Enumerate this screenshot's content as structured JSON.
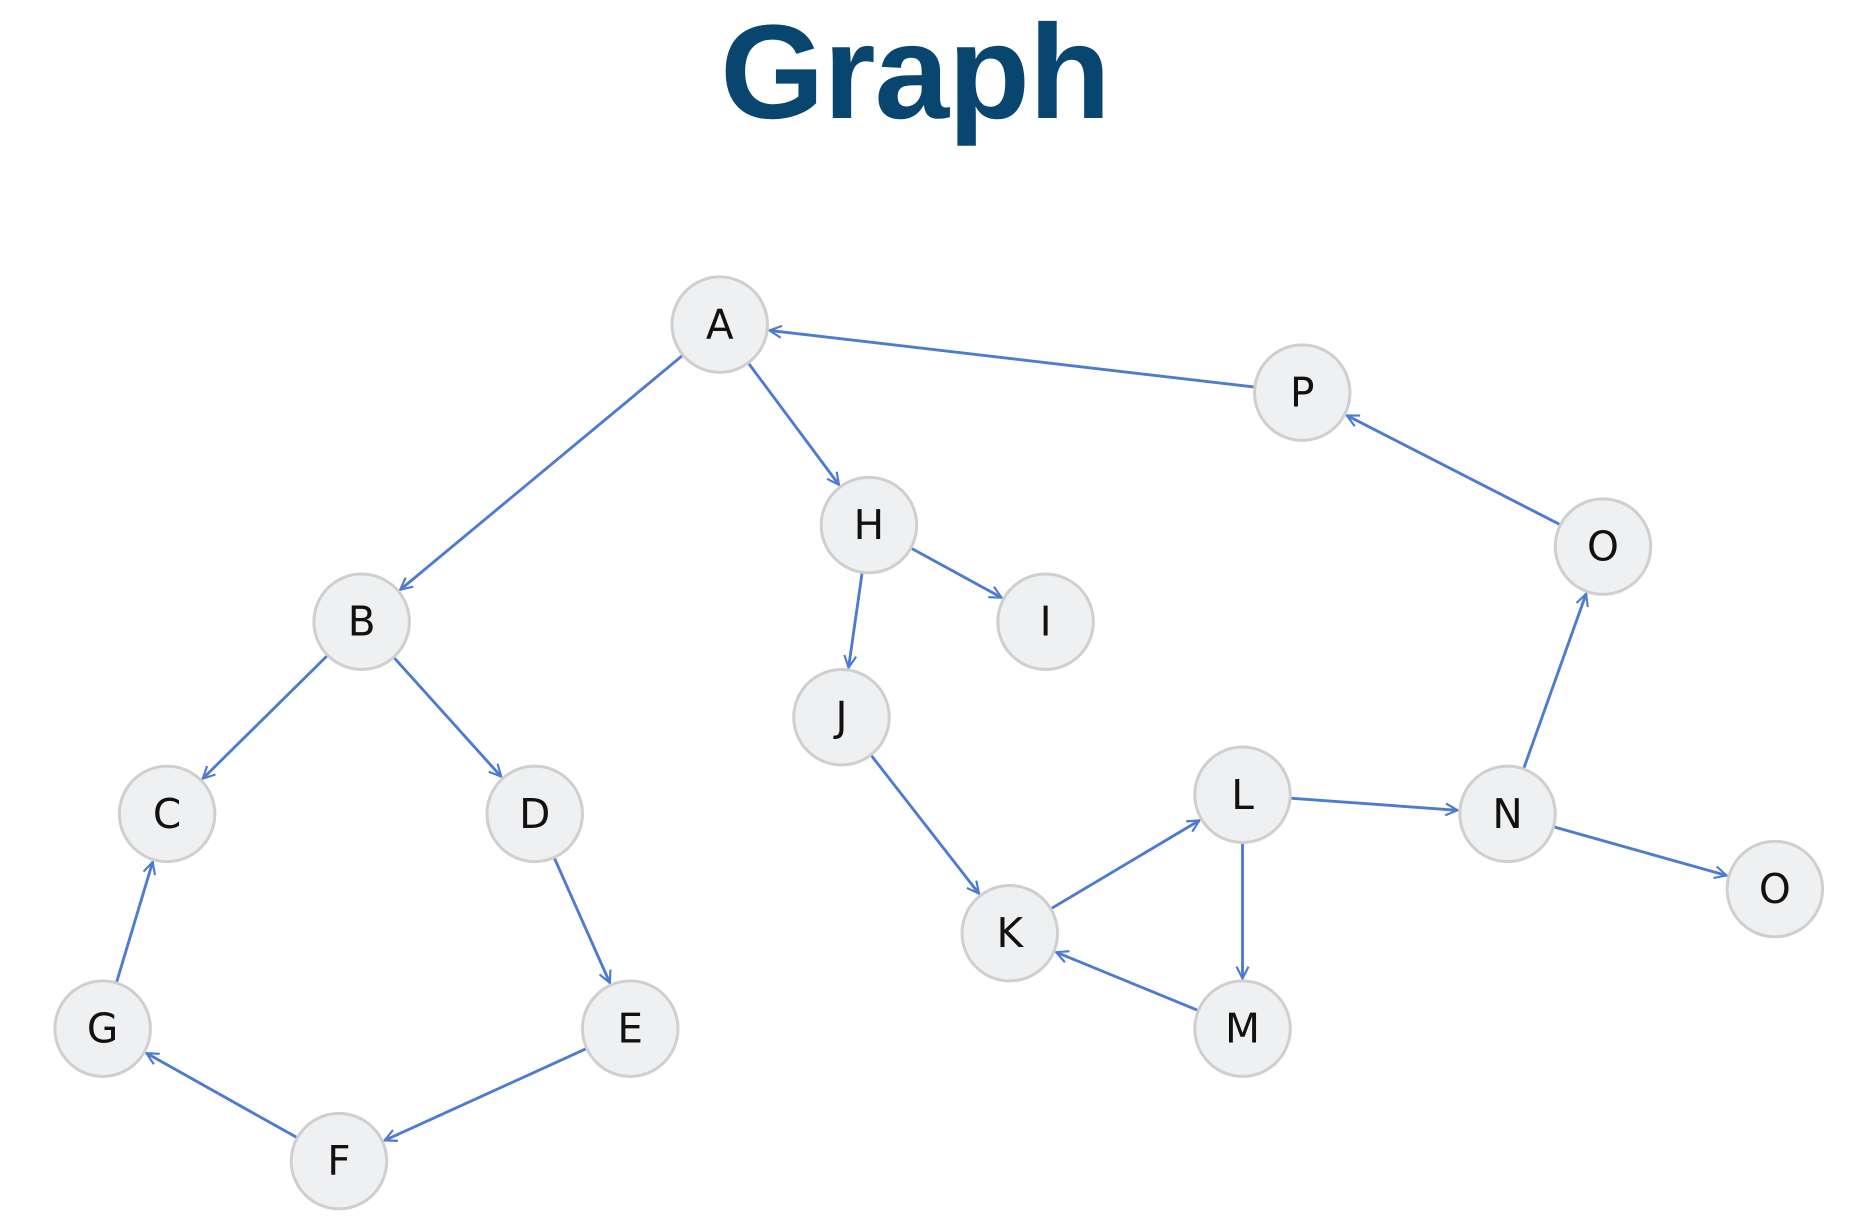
{
  "title": "Graph",
  "colors": {
    "title": "#08466f",
    "edge": "#4d7bd1",
    "node_fill": "#eff0f1",
    "node_stroke": "#cfcfcf"
  },
  "nodes": [
    {
      "id": "A",
      "label": "A"
    },
    {
      "id": "P",
      "label": "P"
    },
    {
      "id": "H",
      "label": "H"
    },
    {
      "id": "I",
      "label": "I"
    },
    {
      "id": "B",
      "label": "B"
    },
    {
      "id": "J",
      "label": "J"
    },
    {
      "id": "O1",
      "label": "O"
    },
    {
      "id": "C",
      "label": "C"
    },
    {
      "id": "D",
      "label": "D"
    },
    {
      "id": "L",
      "label": "L"
    },
    {
      "id": "N",
      "label": "N"
    },
    {
      "id": "O2",
      "label": "O"
    },
    {
      "id": "K",
      "label": "K"
    },
    {
      "id": "G",
      "label": "G"
    },
    {
      "id": "E",
      "label": "E"
    },
    {
      "id": "M",
      "label": "M"
    },
    {
      "id": "F",
      "label": "F"
    }
  ],
  "edges": [
    [
      "A",
      "B"
    ],
    [
      "A",
      "H"
    ],
    [
      "P",
      "A"
    ],
    [
      "H",
      "I"
    ],
    [
      "H",
      "J"
    ],
    [
      "B",
      "C"
    ],
    [
      "B",
      "D"
    ],
    [
      "O1",
      "P"
    ],
    [
      "N",
      "O1"
    ],
    [
      "J",
      "K"
    ],
    [
      "K",
      "L"
    ],
    [
      "L",
      "N"
    ],
    [
      "N",
      "O2"
    ],
    [
      "L",
      "M"
    ],
    [
      "M",
      "K"
    ],
    [
      "D",
      "E"
    ],
    [
      "E",
      "F"
    ],
    [
      "F",
      "G"
    ],
    [
      "G",
      "C"
    ]
  ]
}
